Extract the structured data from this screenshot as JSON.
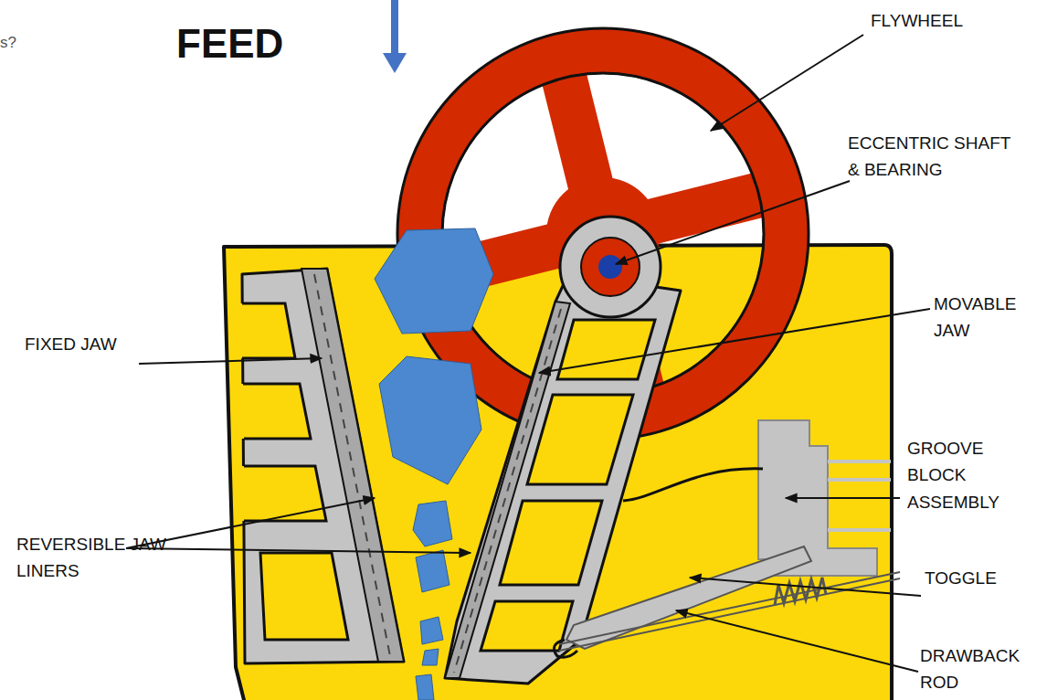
{
  "diagram": {
    "labels": [
      "s?",
      "FEED",
      "FLYWHEEL",
      "ECCENTRIC SHAFT & BEARING",
      "MOVABLE JAW",
      "FIXED JAW",
      "GROOVE BLOCK ASSEMBLY",
      "REVERSIBLE JAW LINERS",
      "TOGGLE",
      "DRAWBACK ROD"
    ]
  }
}
